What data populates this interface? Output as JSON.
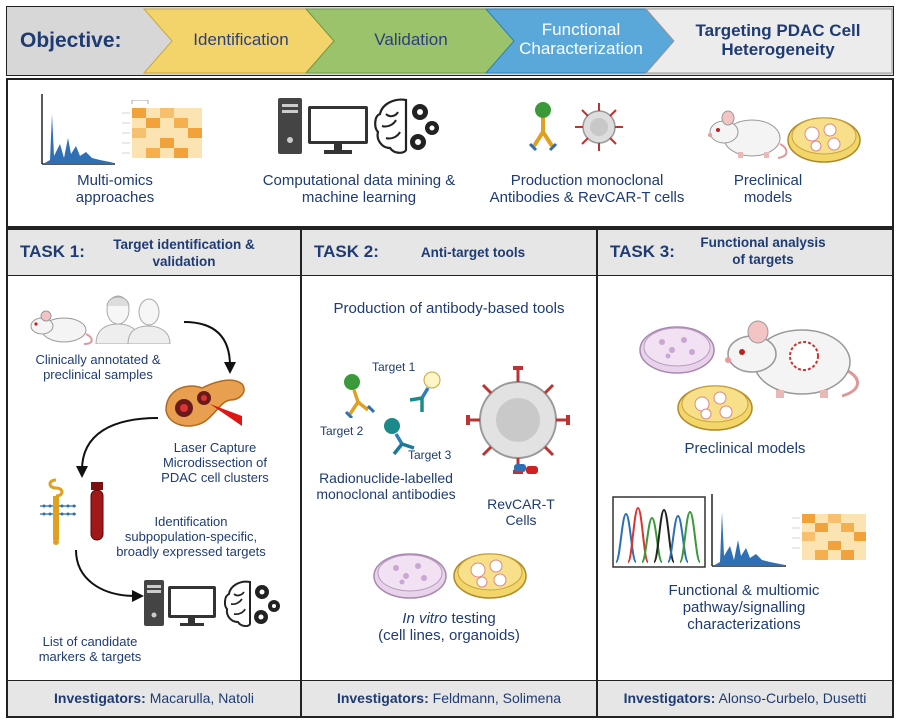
{
  "header": {
    "objective": "Objective:",
    "steps": [
      "Identification",
      "Validation",
      "Functional Characterization",
      "Targeting PDAC Cell Heterogeneity"
    ],
    "colors": {
      "identification": "#f3d46a",
      "validation": "#9bc36b",
      "functional": "#5aa8da",
      "targeting": "#ececec",
      "objective_bg": "#d7d7d7"
    }
  },
  "approaches": [
    {
      "label": "Multi-omics approaches"
    },
    {
      "label": "Computational data mining & machine learning"
    },
    {
      "label": "Production monoclonal Antibodies & RevCAR-T cells"
    },
    {
      "label": "Preclinical models"
    }
  ],
  "tasks": [
    {
      "num": "TASK 1:",
      "title": "Target identification & validation",
      "items": [
        "Clinically annotated & preclinical samples",
        "Laser Capture Microdissection of PDAC cell clusters",
        "Identification subpopulation-specific, broadly expressed targets",
        "List of candidate markers & targets"
      ],
      "investigators_label": "Investigators:",
      "investigators": "Macarulla, Natoli"
    },
    {
      "num": "TASK 2:",
      "title": "Anti-target tools",
      "subtitle": "Production of antibody-based tools",
      "targets": [
        "Target 1",
        "Target 2",
        "Target 3"
      ],
      "radio_label": "Radionuclide-labelled monoclonal antibodies",
      "revcar_label": "RevCAR-T Cells",
      "invitro_italic": "In vitro",
      "invitro_rest": "testing",
      "invitro_sub": "(cell lines, organoids)",
      "investigators_label": "Investigators:",
      "investigators": "Feldmann, Solimena"
    },
    {
      "num": "TASK 3:",
      "title": "Functional analysis of targets",
      "preclinical_label": "Preclinical models",
      "functional_label": "Functional & multiomic pathway/signalling characterizations",
      "investigators_label": "Investigators:",
      "investigators": "Alonso-Curbelo, Dusetti"
    }
  ]
}
